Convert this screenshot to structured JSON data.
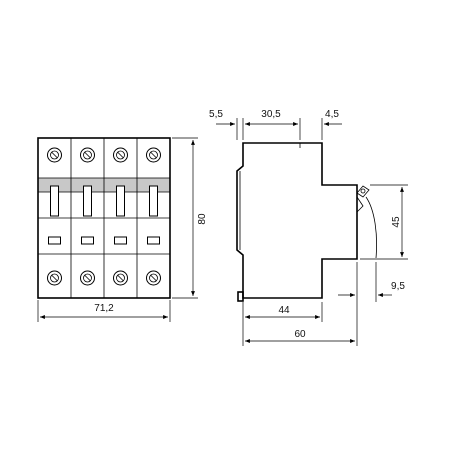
{
  "front_view": {
    "poles": 4,
    "width_label": "71,2",
    "height_label": "80"
  },
  "side_view": {
    "top_left_label": "5,5",
    "top_center_label": "30,5",
    "top_right_label": "4,5",
    "right_height_label": "45",
    "right_offset_label": "9,5",
    "depth_inner_label": "44",
    "depth_total_label": "60"
  },
  "colors": {
    "line": "#000000",
    "band": "#c8c8c8"
  }
}
